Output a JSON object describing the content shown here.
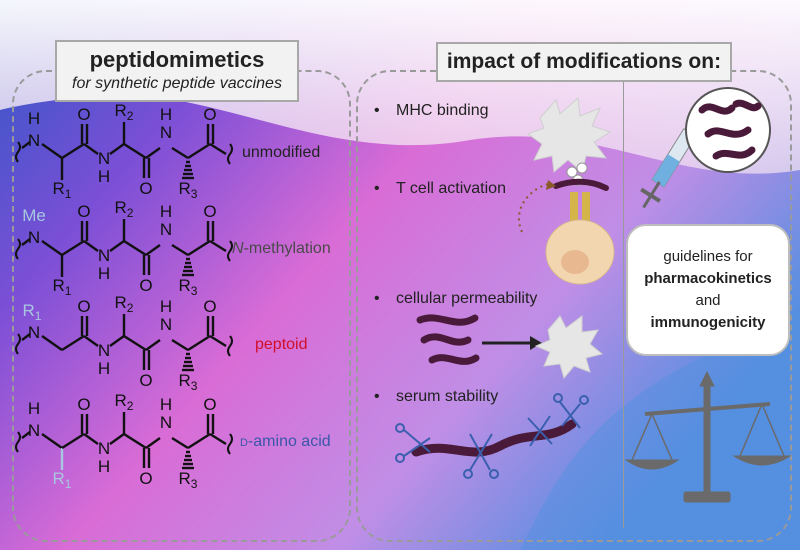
{
  "left_panel": {
    "title": "peptidomimetics",
    "subtitle": "for synthetic peptide vaccines",
    "rows": [
      {
        "label": "unmodified",
        "n_sub": "H",
        "side": "R1"
      },
      {
        "label_italic": "N",
        "label_rest": "-methylation",
        "n_sub": "Me",
        "side": "R1"
      },
      {
        "label": "peptoid",
        "n_sub": "R1",
        "side": ""
      },
      {
        "label_small_caps": "D",
        "label_rest": "-amino acid",
        "n_sub": "H",
        "side": "R1"
      }
    ],
    "atoms": {
      "H": "H",
      "N": "N",
      "O": "O",
      "R": "R",
      "sub1": "1",
      "sub2": "2",
      "sub3": "3"
    }
  },
  "right_panel": {
    "title": "impact of modifications on:",
    "bullets": [
      "MHC binding",
      "T cell activation",
      "cellular permeability",
      "serum stability"
    ],
    "guidelines": {
      "line1": "guidelines for",
      "line2": "pharmacokinetics",
      "line3": "and",
      "line4": "immunogenicity"
    }
  },
  "colors": {
    "label_unmodified": "#222222",
    "label_nmethyl": "#4a4a4a",
    "label_peptoid": "#d0102a",
    "label_damino": "#3a57a8",
    "modified_atom": "#a9c6e0"
  }
}
